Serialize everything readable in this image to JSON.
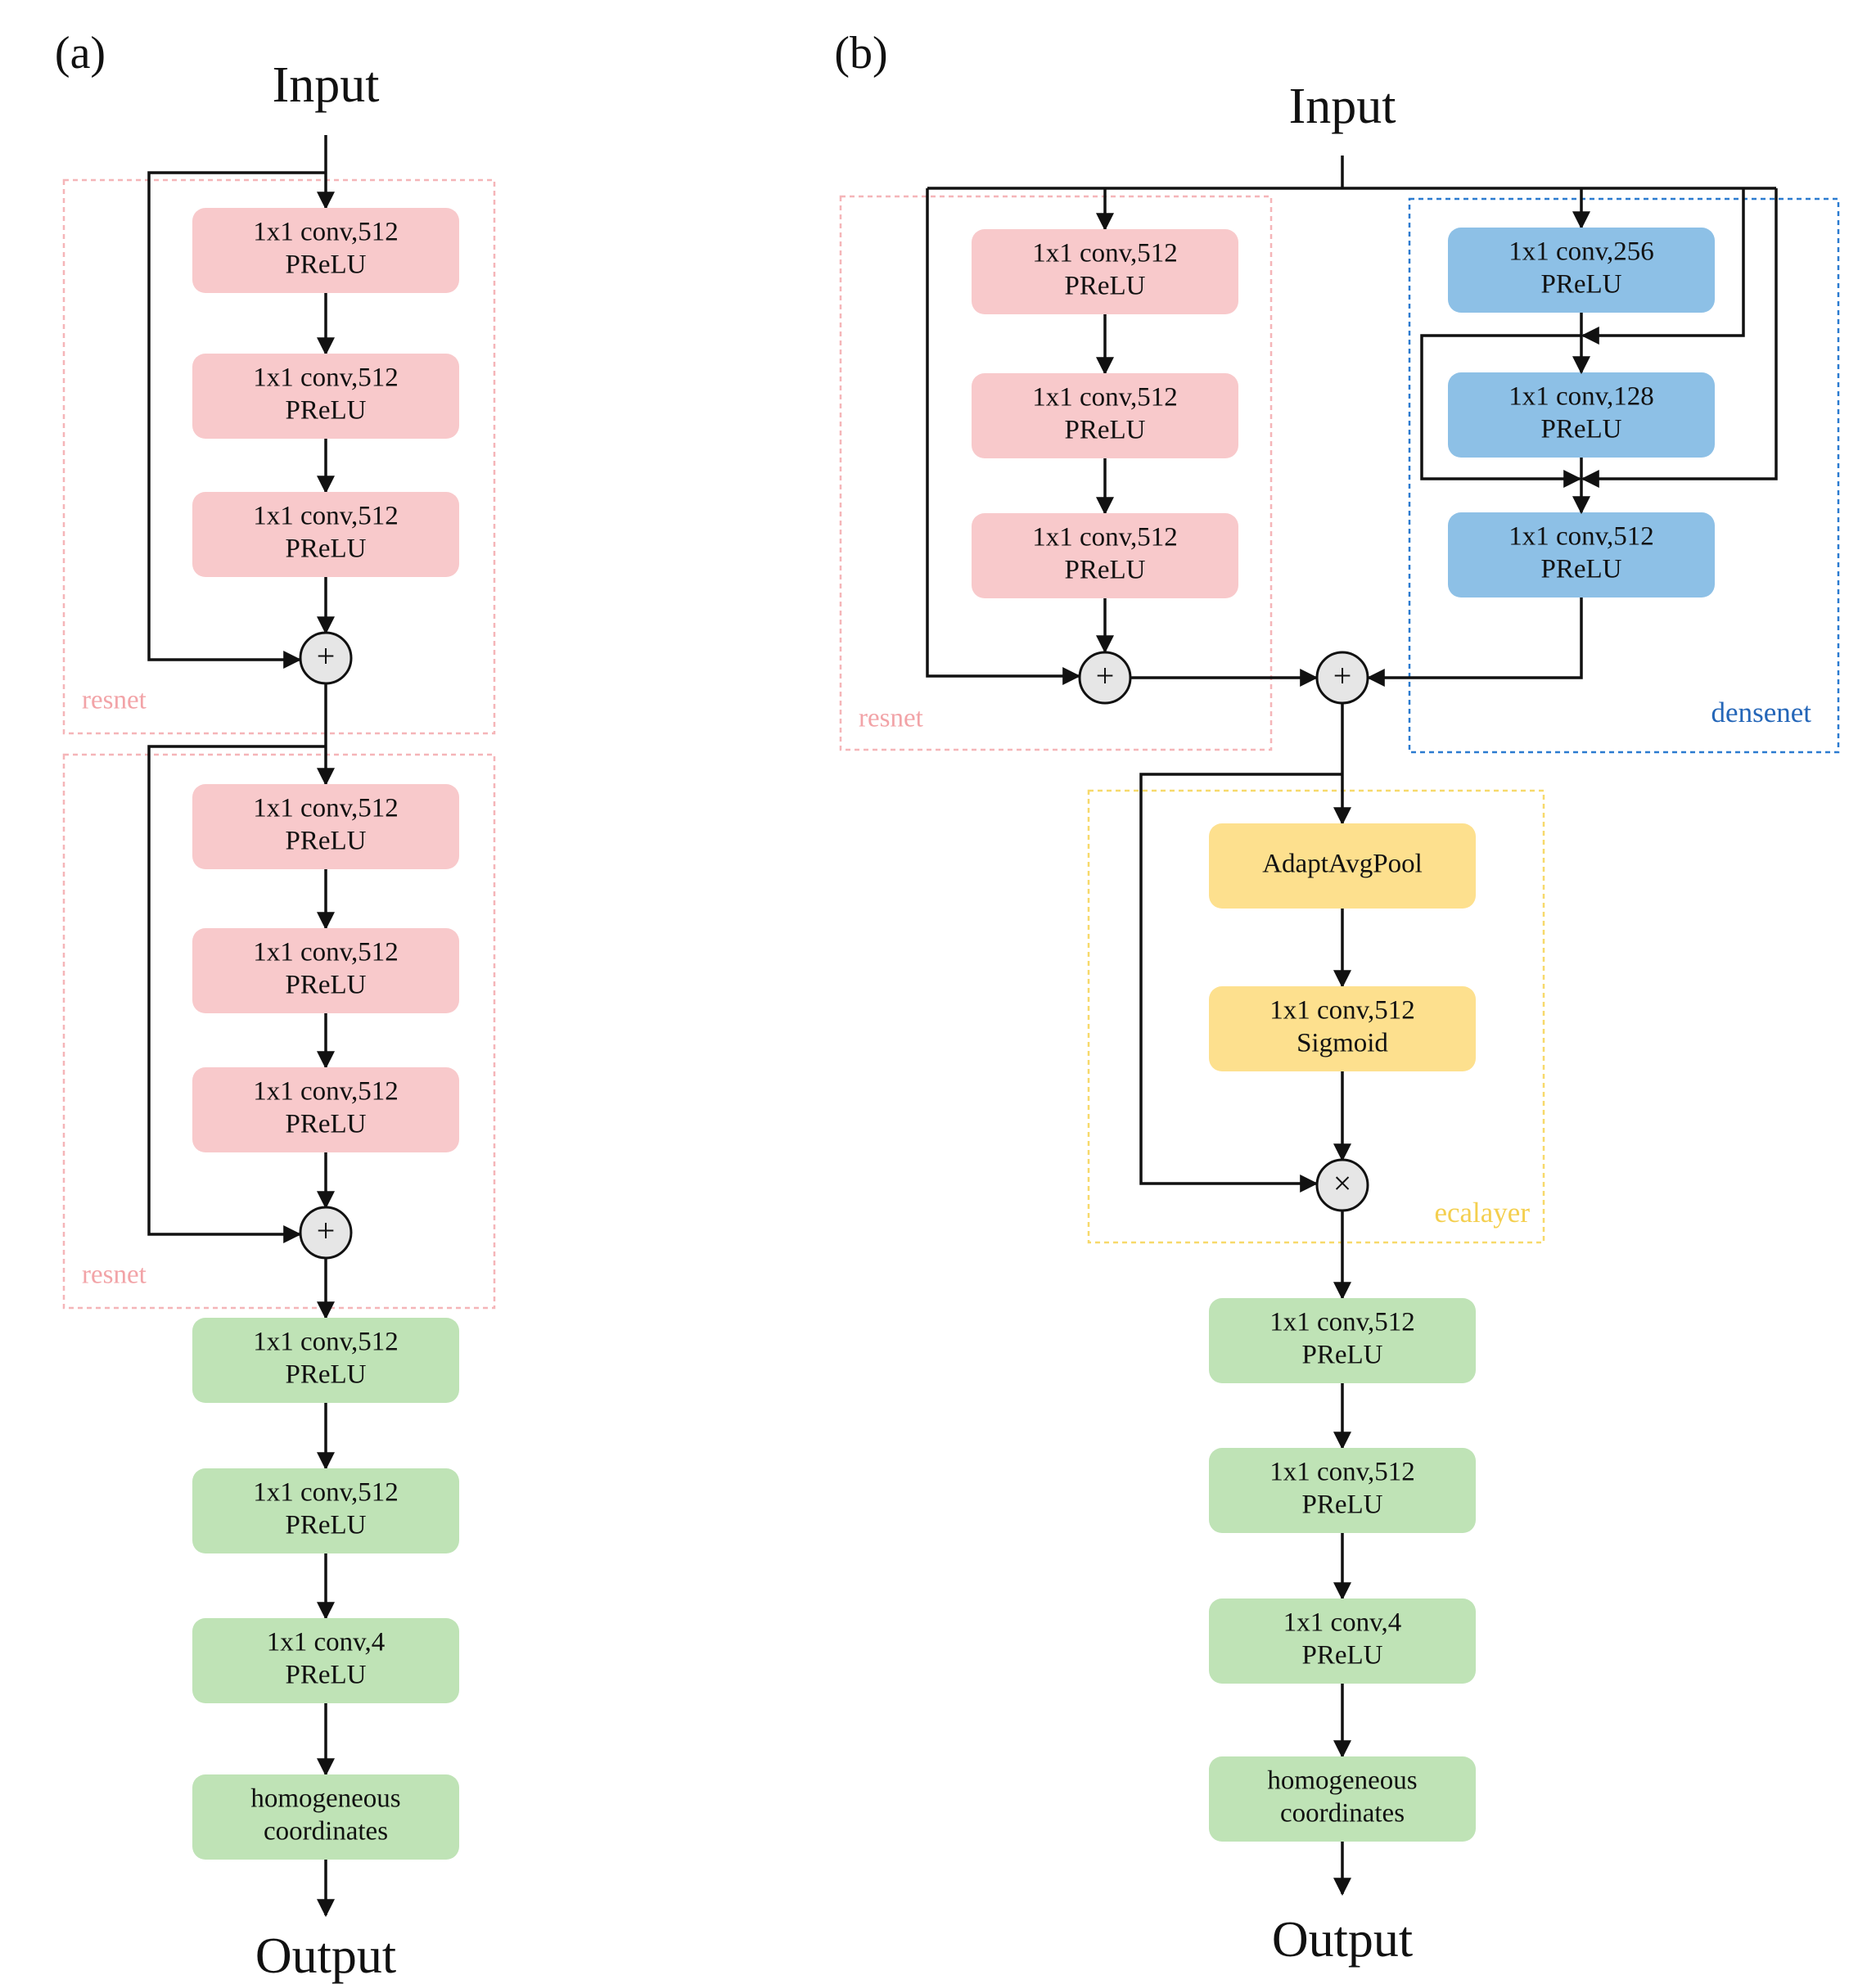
{
  "panel_a": {
    "tag": "(a)",
    "input": "Input",
    "output": "Output",
    "resnet_label": "resnet",
    "resnet_blocks": [
      [
        "1x1 conv,512",
        "PReLU"
      ],
      [
        "1x1 conv,512",
        "PReLU"
      ],
      [
        "1x1 conv,512",
        "PReLU"
      ]
    ],
    "resnet2_blocks": [
      [
        "1x1 conv,512",
        "PReLU"
      ],
      [
        "1x1 conv,512",
        "PReLU"
      ],
      [
        "1x1 conv,512",
        "PReLU"
      ]
    ],
    "head_blocks": [
      [
        "1x1 conv,512",
        "PReLU"
      ],
      [
        "1x1 conv,512",
        "PReLU"
      ],
      [
        "1x1 conv,4",
        "PReLU"
      ],
      [
        "homogeneous",
        "coordinates"
      ]
    ],
    "add_symbol": "+"
  },
  "panel_b": {
    "tag": "(b)",
    "input": "Input",
    "output": "Output",
    "resnet_label": "resnet",
    "densenet_label": "densenet",
    "ecalayer_label": "ecalayer",
    "resnet_blocks": [
      [
        "1x1 conv,512",
        "PReLU"
      ],
      [
        "1x1 conv,512",
        "PReLU"
      ],
      [
        "1x1 conv,512",
        "PReLU"
      ]
    ],
    "densenet_blocks": [
      [
        "1x1 conv,256",
        "PReLU"
      ],
      [
        "1x1 conv,128",
        "PReLU"
      ],
      [
        "1x1 conv,512",
        "PReLU"
      ]
    ],
    "eca_blocks": [
      [
        "AdaptAvgPool"
      ],
      [
        "1x1 conv,512",
        "Sigmoid"
      ]
    ],
    "head_blocks": [
      [
        "1x1 conv,512",
        "PReLU"
      ],
      [
        "1x1 conv,512",
        "PReLU"
      ],
      [
        "1x1 conv,4",
        "PReLU"
      ],
      [
        "homogeneous",
        "coordinates"
      ]
    ],
    "add_symbol": "+",
    "mul_symbol": "×"
  },
  "colors": {
    "pink_block": "#f8c9cb",
    "green_block": "#bfe3b6",
    "blue_block": "#8dc0e6",
    "yellow_block": "#fde08e",
    "resnet_border": "#f5b5b8",
    "densenet_border": "#2b7bd0",
    "ecalayer_border": "#f7d96b",
    "resnet_text": "#f2a3a7",
    "densenet_text": "#2466b8",
    "ecalayer_text": "#f4cf4f",
    "line": "#111111",
    "node_fill": "#e6e6e6"
  }
}
